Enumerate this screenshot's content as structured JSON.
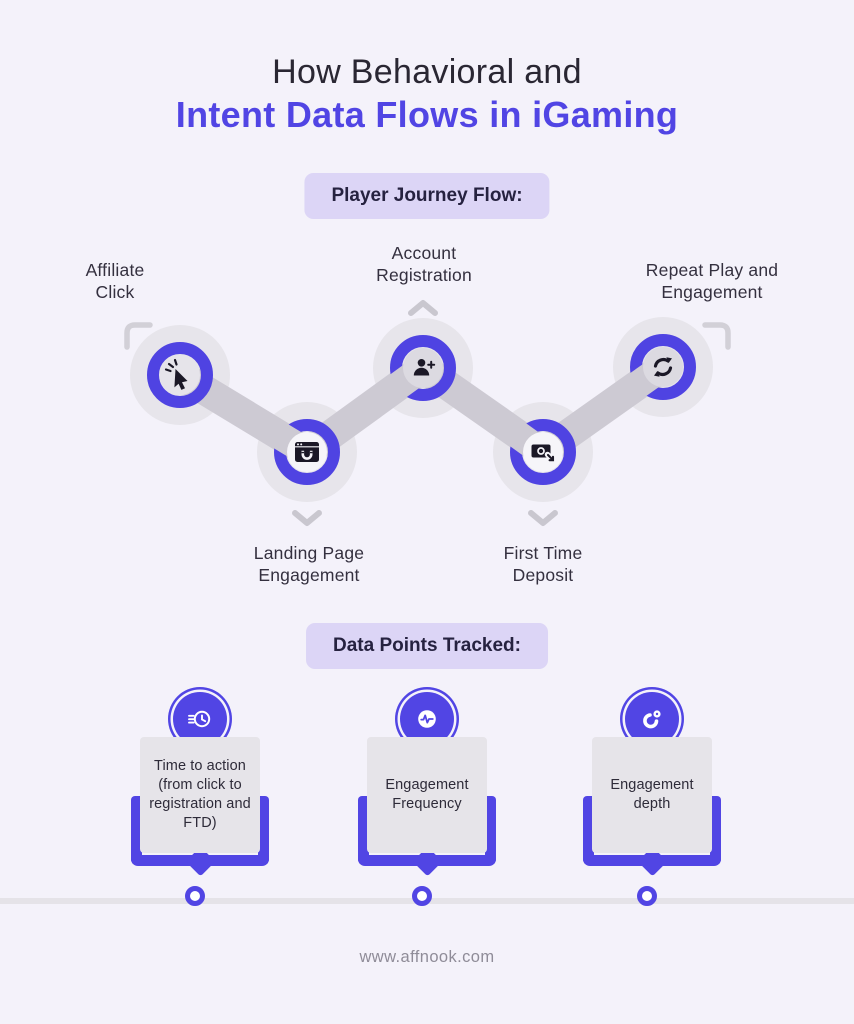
{
  "palette": {
    "background": "#f4f2fa",
    "accent_purple": "#5145e4",
    "badge_bg": "#dcd5f6",
    "card_bg": "#e6e4e9",
    "halo_gray": "#e7e5eb",
    "link_gray": "#cdcad3",
    "icon_dark": "#1b1826",
    "title_dark": "#2a2733"
  },
  "title": {
    "line1": "How Behavioral and",
    "line2": "Intent Data Flows in iGaming"
  },
  "journey": {
    "badge_label": "Player Journey Flow:"
  },
  "flow": {
    "nodes": [
      {
        "id": "affiliate-click",
        "line1": "Affiliate",
        "line2": "Click",
        "icon": "cursor-click-icon",
        "position": "top"
      },
      {
        "id": "landing-page-engagement",
        "line1": "Landing Page",
        "line2": "Engagement",
        "icon": "landing-page-magnet-icon",
        "position": "bottom"
      },
      {
        "id": "account-registration",
        "line1": "Account",
        "line2": "Registration",
        "icon": "person-add-icon",
        "position": "top"
      },
      {
        "id": "first-time-deposit",
        "line1": "First Time",
        "line2": "Deposit",
        "icon": "cash-deposit-icon",
        "position": "bottom"
      },
      {
        "id": "repeat-play-engagement",
        "line1": "Repeat Play and",
        "line2": "Engagement",
        "icon": "repeat-cycle-icon",
        "position": "top"
      }
    ]
  },
  "datapoints": {
    "badge_label": "Data Points Tracked:",
    "cards": [
      {
        "id": "time-to-action",
        "label": "Time to action (from click to registration and FTD)",
        "icon": "time-history-icon"
      },
      {
        "id": "engagement-frequency",
        "label": "Engagement Frequency",
        "icon": "pulse-icon"
      },
      {
        "id": "engagement-depth",
        "label": "Engagement depth",
        "icon": "depth-gauge-icon"
      }
    ]
  },
  "footer": {
    "url": "www.affnook.com"
  }
}
